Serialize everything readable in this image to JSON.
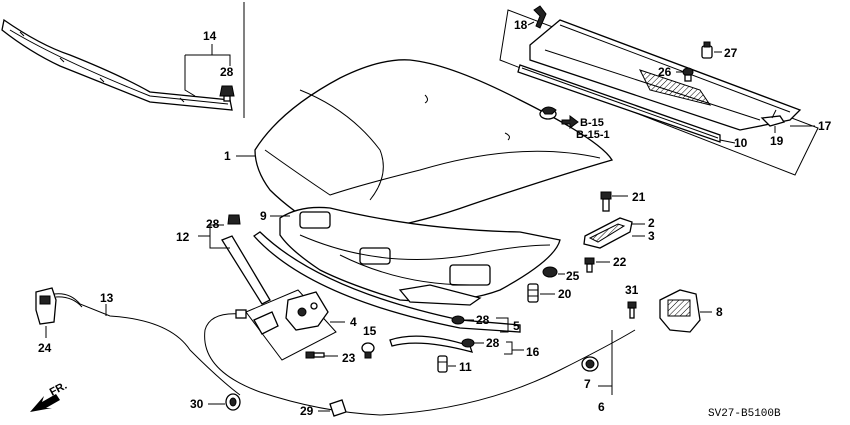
{
  "callouts": {
    "c1": "1",
    "c2": "2",
    "c3": "3",
    "c4": "4",
    "c5": "5",
    "c6": "6",
    "c7": "7",
    "c8": "8",
    "c9": "9",
    "c10": "10",
    "c11": "11",
    "c12": "12",
    "c13": "13",
    "c14": "14",
    "c15": "15",
    "c16": "16",
    "c17": "17",
    "c18": "18",
    "c19": "19",
    "c20": "20",
    "c21": "21",
    "c22": "22",
    "c23": "23",
    "c24": "24",
    "c25": "25",
    "c26": "26",
    "c27": "27",
    "c28a": "28",
    "c28b": "28",
    "c28c": "28",
    "c28d": "28",
    "c29": "29",
    "c30": "30",
    "c31": "31"
  },
  "references": {
    "ref1": "B-15",
    "ref2": "B-15-1"
  },
  "direction_label": "FR.",
  "diagram_code": "SV27-B5100B"
}
